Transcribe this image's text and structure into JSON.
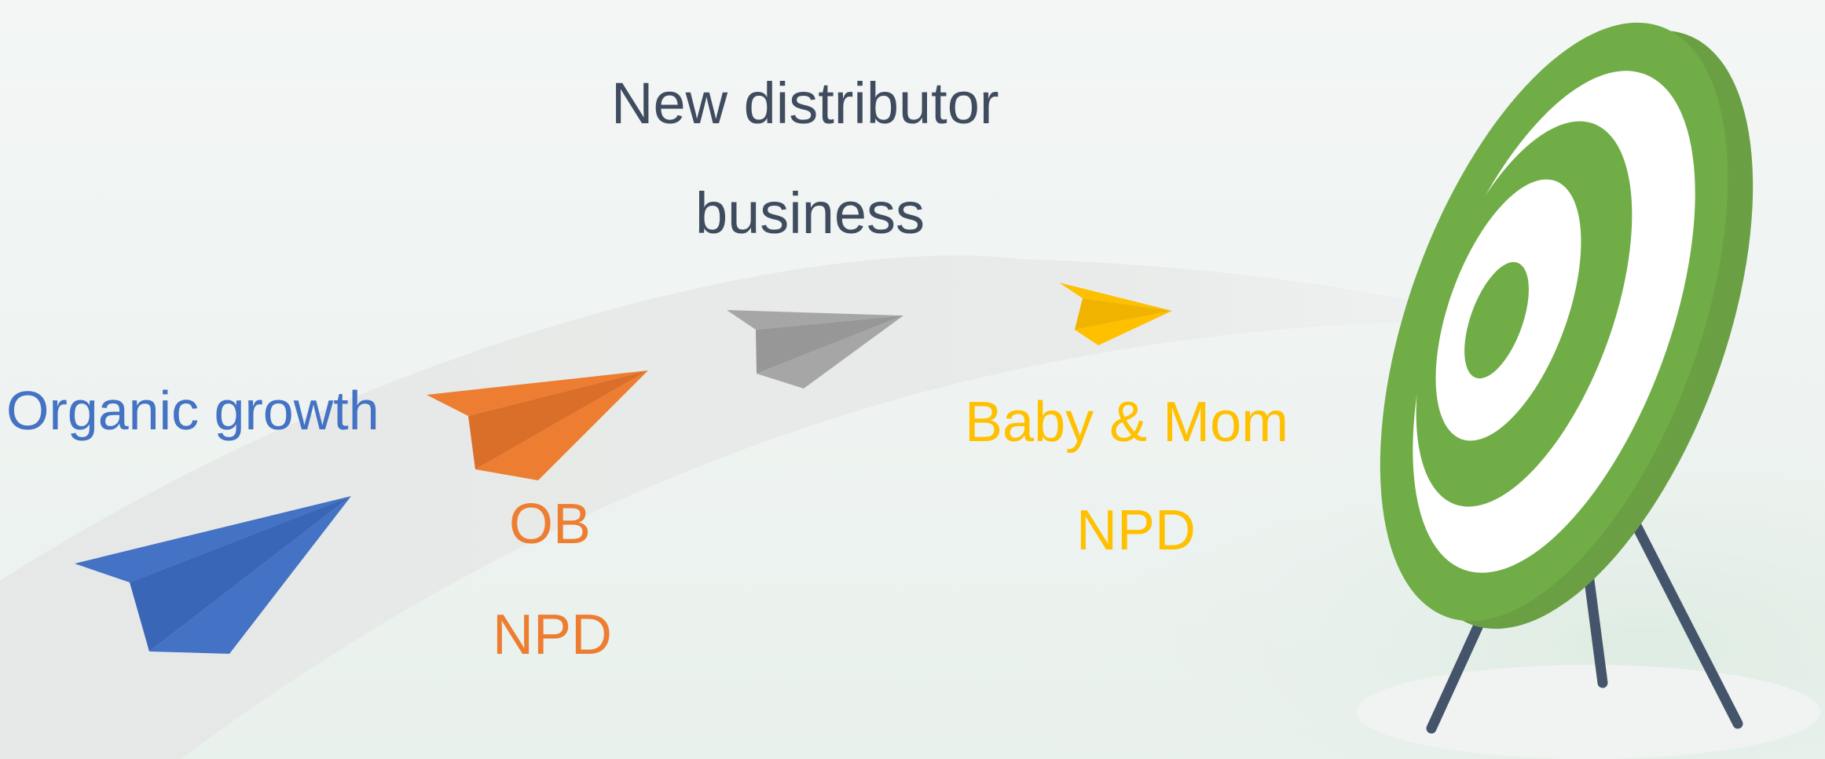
{
  "labels": {
    "new_distributor_line1": "New distributor",
    "new_distributor_line2": "business",
    "organic_growth": "Organic growth",
    "ob_line1": "OB",
    "ob_line2": "NPD",
    "baby_mom_line1": "Baby & Mom",
    "baby_mom_line2": "NPD"
  },
  "colors": {
    "organic_growth": "#4472c4",
    "ob_npd": "#ed7d31",
    "new_distributor_text": "#3f4b5e",
    "new_distributor_plane": "#a6a6a6",
    "baby_mom_npd": "#ffc000",
    "target_green": "#70ad47",
    "target_white": "#ffffff",
    "stand": "#44546a"
  },
  "icons": {
    "planes": [
      "paper-plane-blue",
      "paper-plane-orange",
      "paper-plane-gray",
      "paper-plane-yellow"
    ],
    "goal": "bullseye-target"
  }
}
